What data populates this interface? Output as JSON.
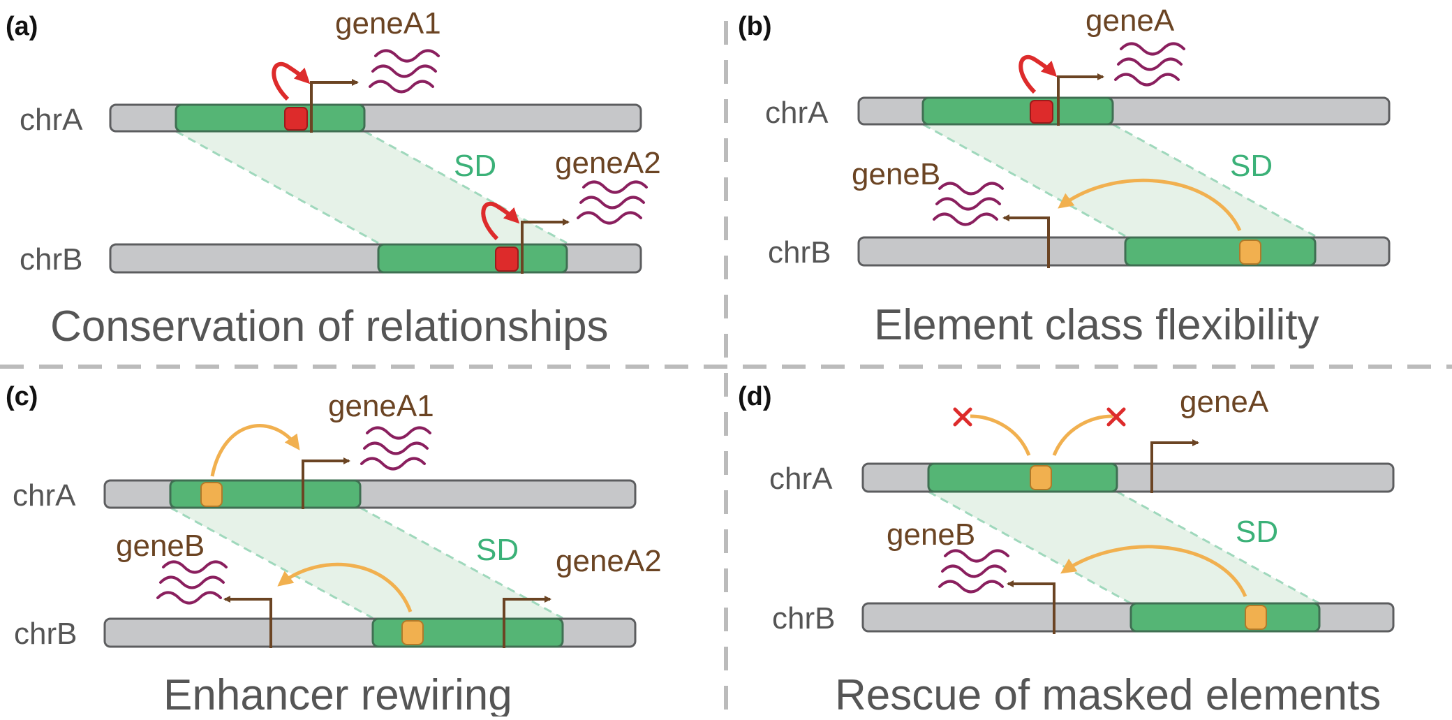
{
  "colors": {
    "chromosome": "#c6c7c9",
    "chromosome_stroke": "#5c5d5f",
    "segment": "#55b575",
    "segment_stroke": "#3f6f52",
    "red_element": "#dd2b2b",
    "orange_element": "#f1b04f",
    "gene_arrow": "#6b4423",
    "transcript": "#8a1f5e",
    "sd_shade": "#e6f2e8",
    "sd_line": "#9fd8bc",
    "divider": "#bbbbbb"
  },
  "panels": [
    {
      "label": "(a)",
      "title": "Conservation of relationships",
      "chr_top": "chrA",
      "chr_bottom": "chrB",
      "sd": "SD",
      "genes": [
        "geneA1",
        "geneA2"
      ]
    },
    {
      "label": "(b)",
      "title": "Element class flexibility",
      "chr_top": "chrA",
      "chr_bottom": "chrB",
      "sd": "SD",
      "genes": [
        "geneA",
        "geneB"
      ]
    },
    {
      "label": "(c)",
      "title": "Enhancer rewiring",
      "chr_top": "chrA",
      "chr_bottom": "chrB",
      "sd": "SD",
      "genes": [
        "geneA1",
        "geneB",
        "geneA2"
      ]
    },
    {
      "label": "(d)",
      "title": "Rescue of masked elements",
      "chr_top": "chrA",
      "chr_bottom": "chrB",
      "sd": "SD",
      "genes": [
        "geneA",
        "geneB"
      ]
    }
  ]
}
